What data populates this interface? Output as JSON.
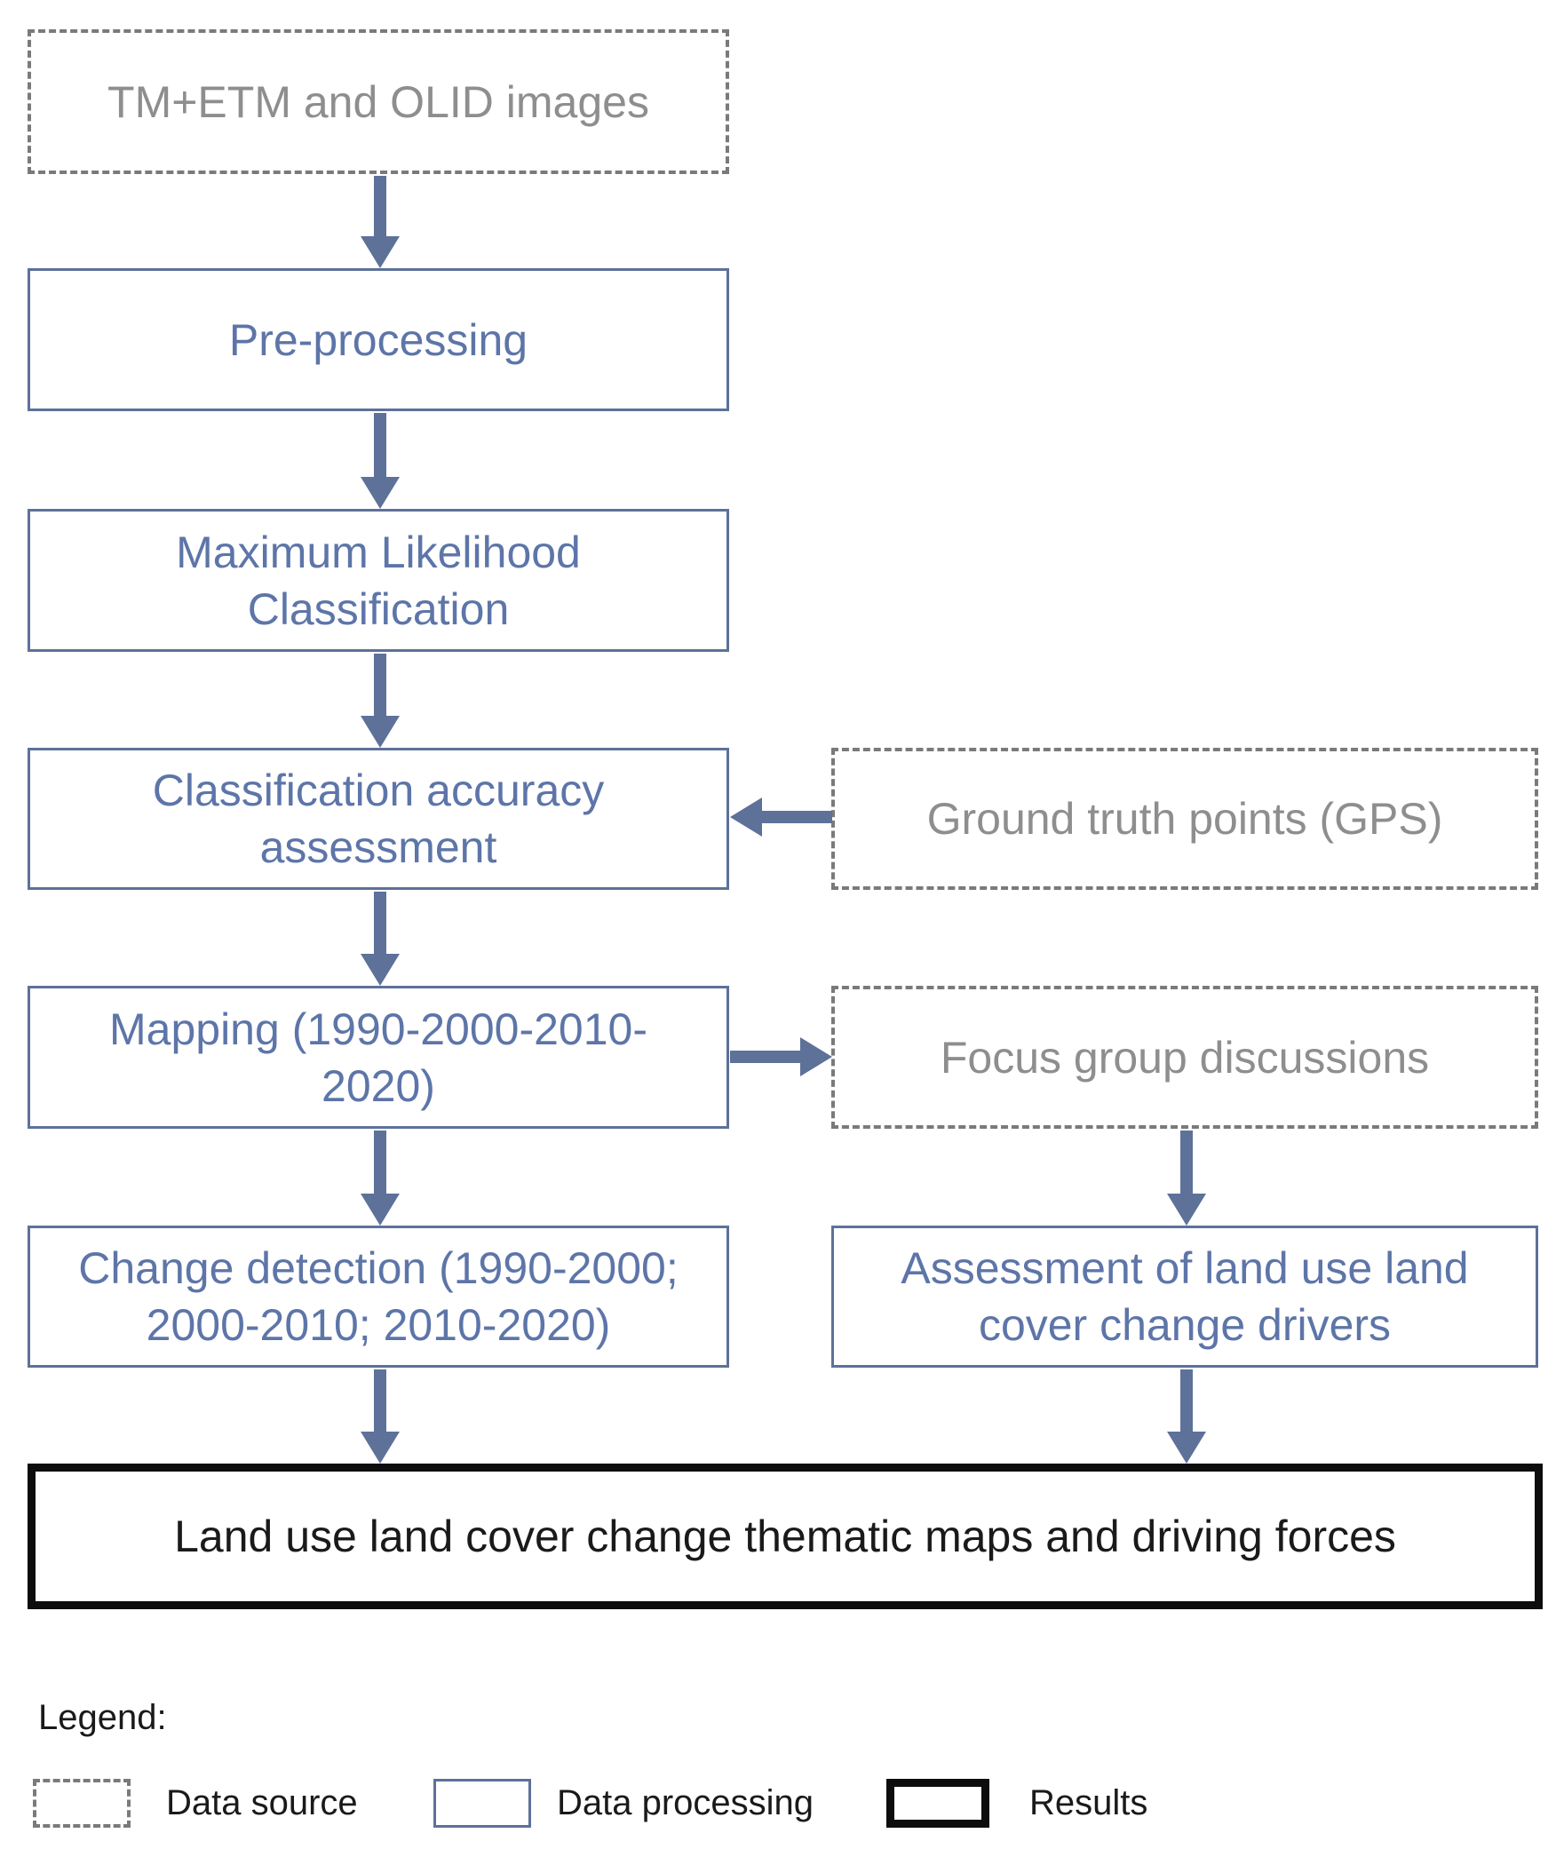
{
  "colors": {
    "accent": "#5d7199",
    "node_text": "#5d75a8",
    "source_border": "#7a7a7a",
    "source_text": "#8e8e8e",
    "result_border": "#0d0d0d",
    "text": "#1a1a1a"
  },
  "flowchart": {
    "nodes": {
      "source_images": {
        "label": "TM+ETM and OLID images",
        "type": "data-source"
      },
      "preprocessing": {
        "label": "Pre-processing",
        "type": "data-processing"
      },
      "max_likelihood": {
        "label": "Maximum Likelihood Classification",
        "type": "data-processing"
      },
      "accuracy_assessment": {
        "label": "Classification accuracy assessment",
        "type": "data-processing"
      },
      "ground_truth": {
        "label": "Ground truth points (GPS)",
        "type": "data-source"
      },
      "mapping": {
        "label": "Mapping (1990-2000-2010-2020)",
        "type": "data-processing"
      },
      "focus_groups": {
        "label": "Focus group discussions",
        "type": "data-source"
      },
      "change_detection": {
        "label": "Change detection (1990-2000; 2000-2010; 2010-2020)",
        "type": "data-processing"
      },
      "drivers_assessment": {
        "label": "Assessment of land use land cover change drivers",
        "type": "data-processing"
      },
      "results": {
        "label": "Land use land cover change thematic maps and driving forces",
        "type": "results"
      }
    }
  },
  "legend": {
    "title": "Legend:",
    "items": [
      {
        "label": "Data source",
        "swatch": "dashed"
      },
      {
        "label": "Data processing",
        "swatch": "processing"
      },
      {
        "label": "Results",
        "swatch": "results"
      }
    ]
  }
}
